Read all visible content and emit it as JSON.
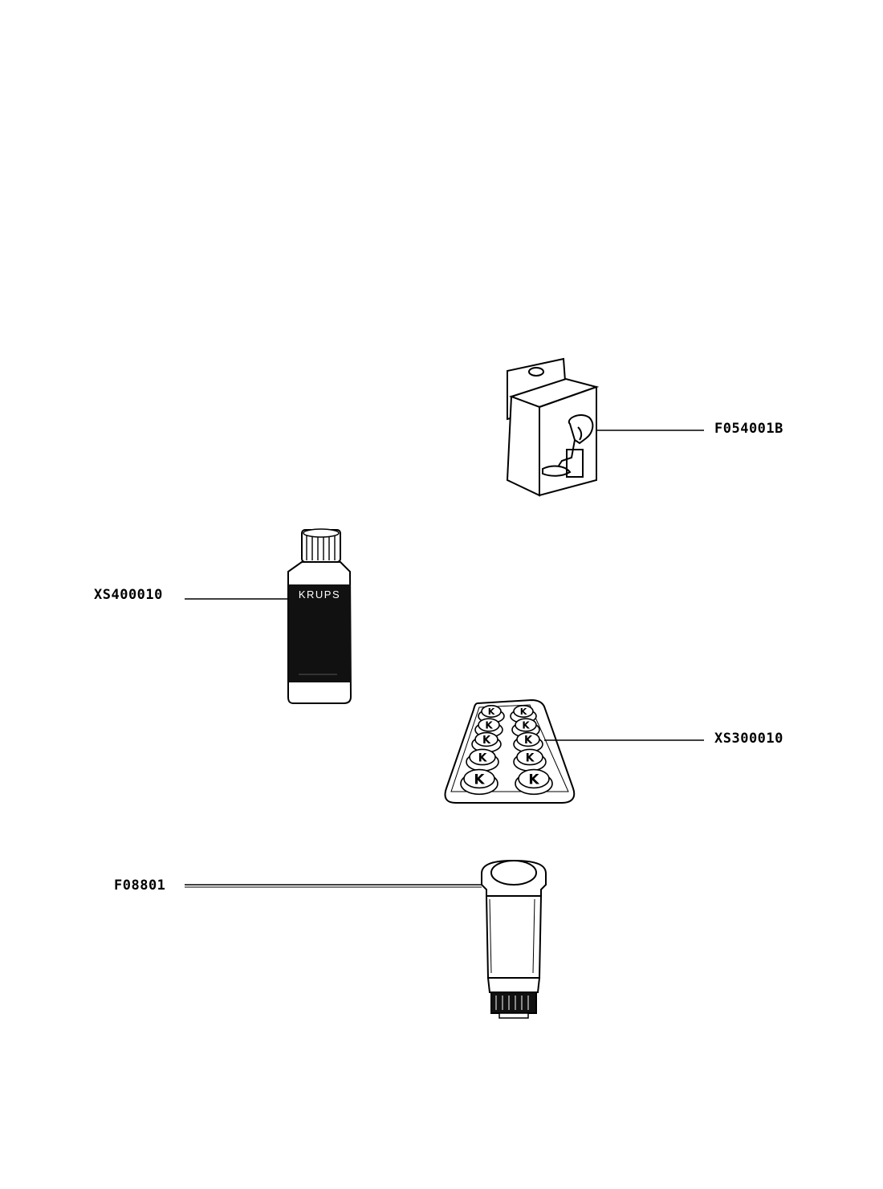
{
  "labels": {
    "filter_pack": "F054001B",
    "descaler": "XS400010",
    "tablets": "XS300010",
    "cartridge": "F08801"
  },
  "bottle_brand": "KRUPS",
  "tablet_mark": "K",
  "colors": {
    "line": "#000000",
    "background": "#ffffff",
    "bottle_label": "#111111"
  }
}
